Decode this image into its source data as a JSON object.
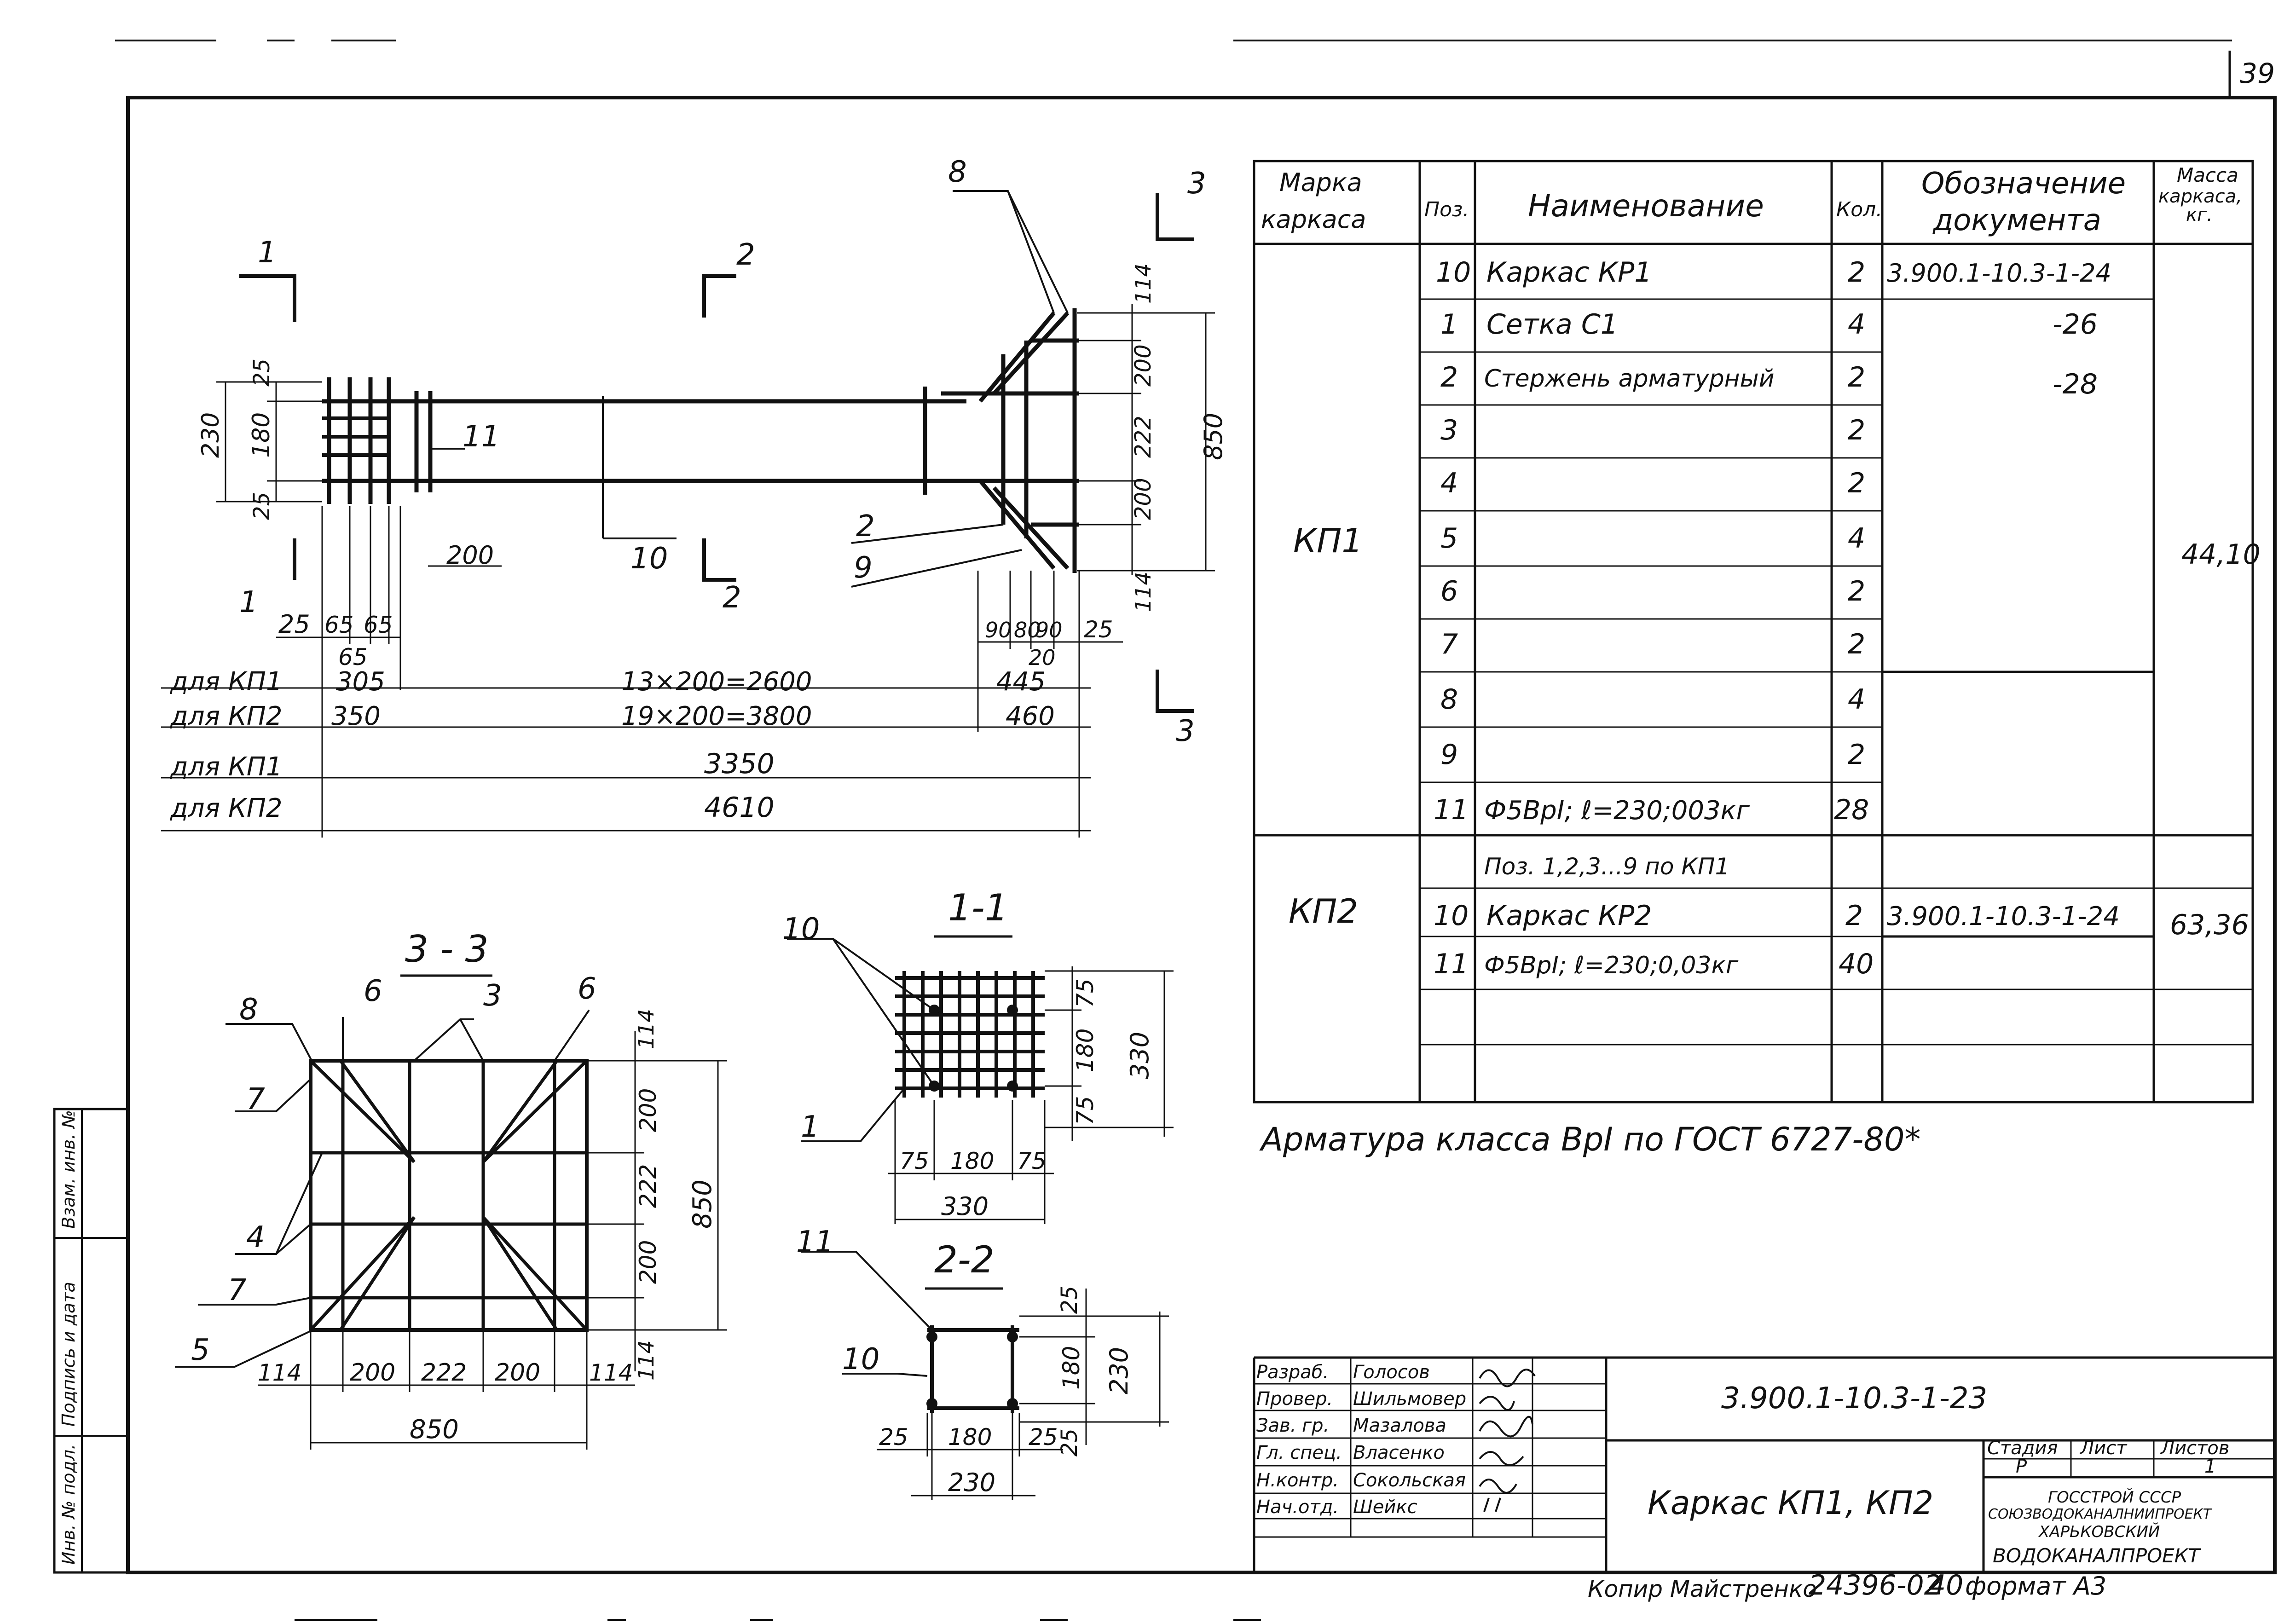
{
  "sheet": {
    "number": "39"
  },
  "spec_table": {
    "headers": {
      "mark": [
        "Марка",
        "каркаса"
      ],
      "pos": "Поз.",
      "name": "Наименование",
      "qty": "Кол.",
      "doc": [
        "Обозначение",
        "документа"
      ],
      "mass": [
        "Масса",
        "каркаса,",
        "кг."
      ]
    },
    "groups": [
      {
        "mark": "КП1",
        "mass": "44,10",
        "rows": [
          {
            "pos": "10",
            "name": "Каркас КР1",
            "qty": "2",
            "doc": "3.900.1-10.3-1-24"
          },
          {
            "pos": "1",
            "name": "Сетка С1",
            "qty": "4",
            "doc": "-26"
          },
          {
            "pos": "2",
            "name": "Стержень арматурный",
            "qty": "2",
            "doc": "-28"
          },
          {
            "pos": "3",
            "name": "",
            "qty": "2",
            "doc": ""
          },
          {
            "pos": "4",
            "name": "",
            "qty": "2",
            "doc": ""
          },
          {
            "pos": "5",
            "name": "",
            "qty": "4",
            "doc": ""
          },
          {
            "pos": "6",
            "name": "",
            "qty": "2",
            "doc": ""
          },
          {
            "pos": "7",
            "name": "",
            "qty": "2",
            "doc": ""
          },
          {
            "pos": "8",
            "name": "",
            "qty": "4",
            "doc": ""
          },
          {
            "pos": "9",
            "name": "",
            "qty": "2",
            "doc": ""
          },
          {
            "pos": "11",
            "name": "Ф5ВрI; ℓ=230;003кг",
            "qty": "28",
            "doc": ""
          }
        ]
      },
      {
        "mark": "КП2",
        "mass": "63,36",
        "rows": [
          {
            "pos": "",
            "name": "Поз. 1,2,3...9 по КП1",
            "qty": "",
            "doc": ""
          },
          {
            "pos": "10",
            "name": "Каркас КР2",
            "qty": "2",
            "doc": "3.900.1-10.3-1-24"
          },
          {
            "pos": "11",
            "name": "Ф5ВрI; ℓ=230;0,03кг",
            "qty": "40",
            "doc": ""
          },
          {
            "pos": "",
            "name": "",
            "qty": "",
            "doc": ""
          },
          {
            "pos": "",
            "name": "",
            "qty": "",
            "doc": ""
          }
        ]
      }
    ]
  },
  "note": "Арматура класса ВрI по ГОСТ 6727-80*",
  "elevation": {
    "section_marks": [
      "1",
      "1",
      "2",
      "2",
      "3",
      "3"
    ],
    "callouts": [
      "8",
      "11",
      "10",
      "2",
      "9"
    ],
    "left_dims": [
      "25",
      "180",
      "25",
      "230"
    ],
    "small_dims": [
      "25",
      "65",
      "65",
      "65"
    ],
    "right_vert_dims": [
      "114",
      "200",
      "222",
      "200",
      "114",
      "850"
    ],
    "right_horiz_dims": [
      "90",
      "80",
      "90",
      "25",
      "20"
    ],
    "label_200": "200",
    "rows": [
      {
        "label": "для КП1",
        "a": "305",
        "b": "13×200=2600",
        "c": "445"
      },
      {
        "label": "для КП2",
        "a": "350",
        "b": "19×200=3800",
        "c": "460"
      },
      {
        "label": "для КП1",
        "total": "3350"
      },
      {
        "label": "для КП2",
        "total": "4610"
      }
    ]
  },
  "section_33": {
    "title": "3 - 3",
    "callouts": [
      "8",
      "6",
      "3",
      "6",
      "7",
      "4",
      "7",
      "5"
    ],
    "dims_vert": [
      "114",
      "200",
      "222",
      "200",
      "114",
      "850"
    ],
    "dims_horiz": [
      "114",
      "200",
      "222",
      "200",
      "114",
      "850"
    ]
  },
  "section_11": {
    "title": "1-1",
    "callouts": [
      "10",
      "1"
    ],
    "dims_vert": [
      "75",
      "180",
      "75",
      "330"
    ],
    "dims_horiz": [
      "75",
      "180",
      "75",
      "330"
    ]
  },
  "section_22": {
    "title": "2-2",
    "callouts": [
      "11",
      "10"
    ],
    "dims_vert": [
      "25",
      "180",
      "25",
      "230"
    ],
    "dims_horiz": [
      "25",
      "180",
      "25",
      "230"
    ]
  },
  "title_block": {
    "roles": [
      "Разраб.",
      "Провер.",
      "Зав. гр.",
      "Гл. спец.",
      "Н.контр.",
      "Нач.отд."
    ],
    "names": [
      "Голосов",
      "Шильмовер",
      "Мазалова",
      "Власенко",
      "Сокольская",
      "Шейкс"
    ],
    "doc_code": "3.900.1-10.3-1-23",
    "title": "Каркас КП1, КП2",
    "stage_h": "Стадия",
    "sheet_h": "Лист",
    "sheets_h": "Листов",
    "stage": "Р",
    "sheets": "1",
    "org": [
      "ГОССТРОЙ СССР",
      "СОЮЗВОДОКАНАЛНИИПРОЕКТ",
      "ХАРЬКОВСКИЙ",
      "ВОДОКАНАЛПРОЕКТ"
    ]
  },
  "side_stamp": [
    "Инв. № подл.",
    "Подпись и дата",
    "Взам. инв. №"
  ],
  "footer": {
    "copy": "Копир Майстренко",
    "code": "24396-02",
    "num": "40",
    "format": "формат А3"
  }
}
